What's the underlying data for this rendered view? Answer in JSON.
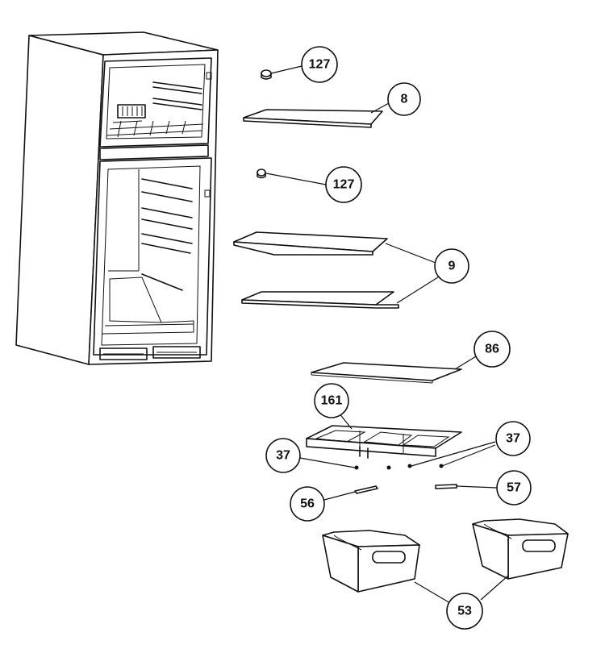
{
  "callouts": {
    "c127a": "127",
    "c8": "8",
    "c127b": "127",
    "c9": "9",
    "c86": "86",
    "c161": "161",
    "c37a": "37",
    "c37b": "37",
    "c56": "56",
    "c57": "57",
    "c53": "53"
  }
}
